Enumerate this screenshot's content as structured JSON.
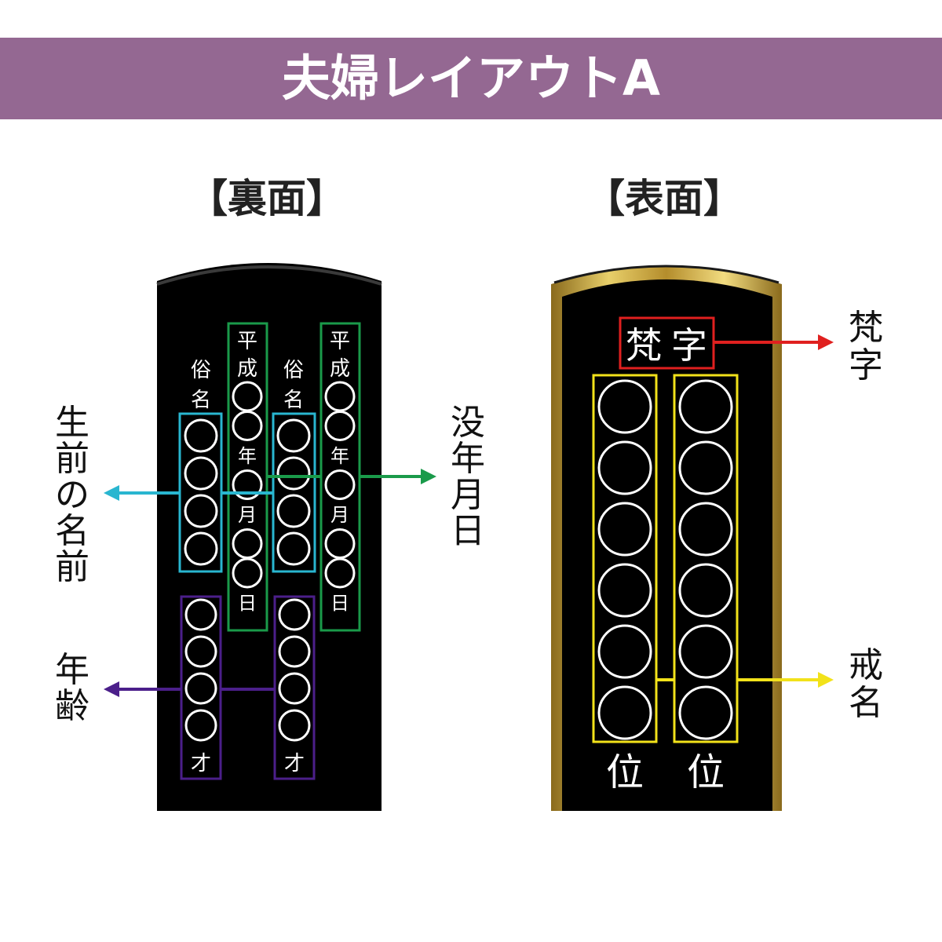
{
  "header": {
    "title": "夫婦レイアウトA"
  },
  "back": {
    "heading": "【裏面】",
    "columns": [
      {
        "top": "俗名",
        "circles": 4
      },
      {
        "top": "平成",
        "sequence": [
          "○",
          "○",
          "年",
          "○",
          "月",
          "○",
          "○",
          "日"
        ]
      },
      {
        "top": "俗名",
        "circles": 4
      },
      {
        "top": "平成",
        "sequence": [
          "○",
          "○",
          "年",
          "○",
          "月",
          "○",
          "○",
          "日"
        ]
      }
    ],
    "age": {
      "circles": 4,
      "suffix": "才"
    },
    "callouts": {
      "living_name": "生前の名前",
      "death_date": "没年月日",
      "age": "年齢"
    }
  },
  "front": {
    "heading": "【表面】",
    "bonji": "梵字",
    "kaimyo_circles": 6,
    "rank": "位",
    "callouts": {
      "bonji": "梵字",
      "kaimyo": "戒名"
    }
  },
  "colors": {
    "banner": "#946892",
    "tablet": "#000000",
    "gold": "#c9a640",
    "cyan": "#29b6d0",
    "green": "#1a9a4a",
    "purple": "#4b1f8a",
    "red": "#e0201f",
    "yellow": "#f2e21a"
  }
}
